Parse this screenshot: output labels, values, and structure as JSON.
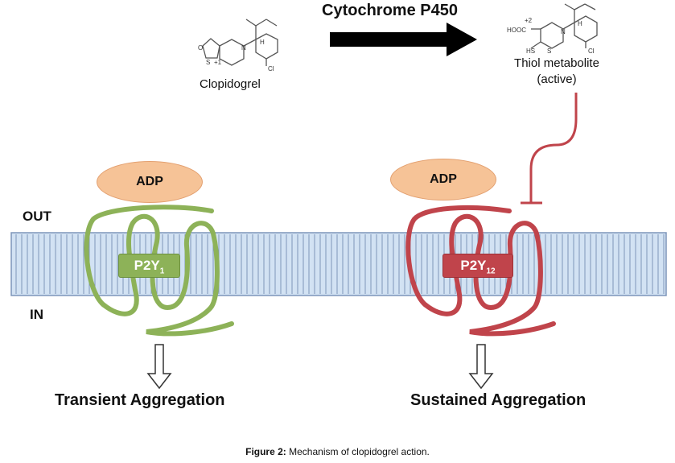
{
  "enzyme_label": "Cytochrome P450",
  "prodrug": {
    "name": "Clopidogrel"
  },
  "metabolite": {
    "name": "Thiol metabolite",
    "state": "(active)"
  },
  "membrane": {
    "outside_label": "OUT",
    "inside_label": "IN"
  },
  "receptor_left": {
    "ligand": "ADP",
    "name_base": "P2Y",
    "name_sub": "1",
    "color": "#8db258",
    "outcome": "Transient Aggregation"
  },
  "receptor_right": {
    "ligand": "ADP",
    "name_base": "P2Y",
    "name_sub": "12",
    "color": "#c0444b",
    "outcome": "Sustained Aggregation"
  },
  "caption": {
    "label": "Figure 2:",
    "text": "Mechanism of clopidogrel action."
  },
  "colors": {
    "membrane_fill": "#d2e2f3",
    "membrane_line": "#7d95ba",
    "arrow": "#000000",
    "inhibition_line": "#c0444b"
  }
}
